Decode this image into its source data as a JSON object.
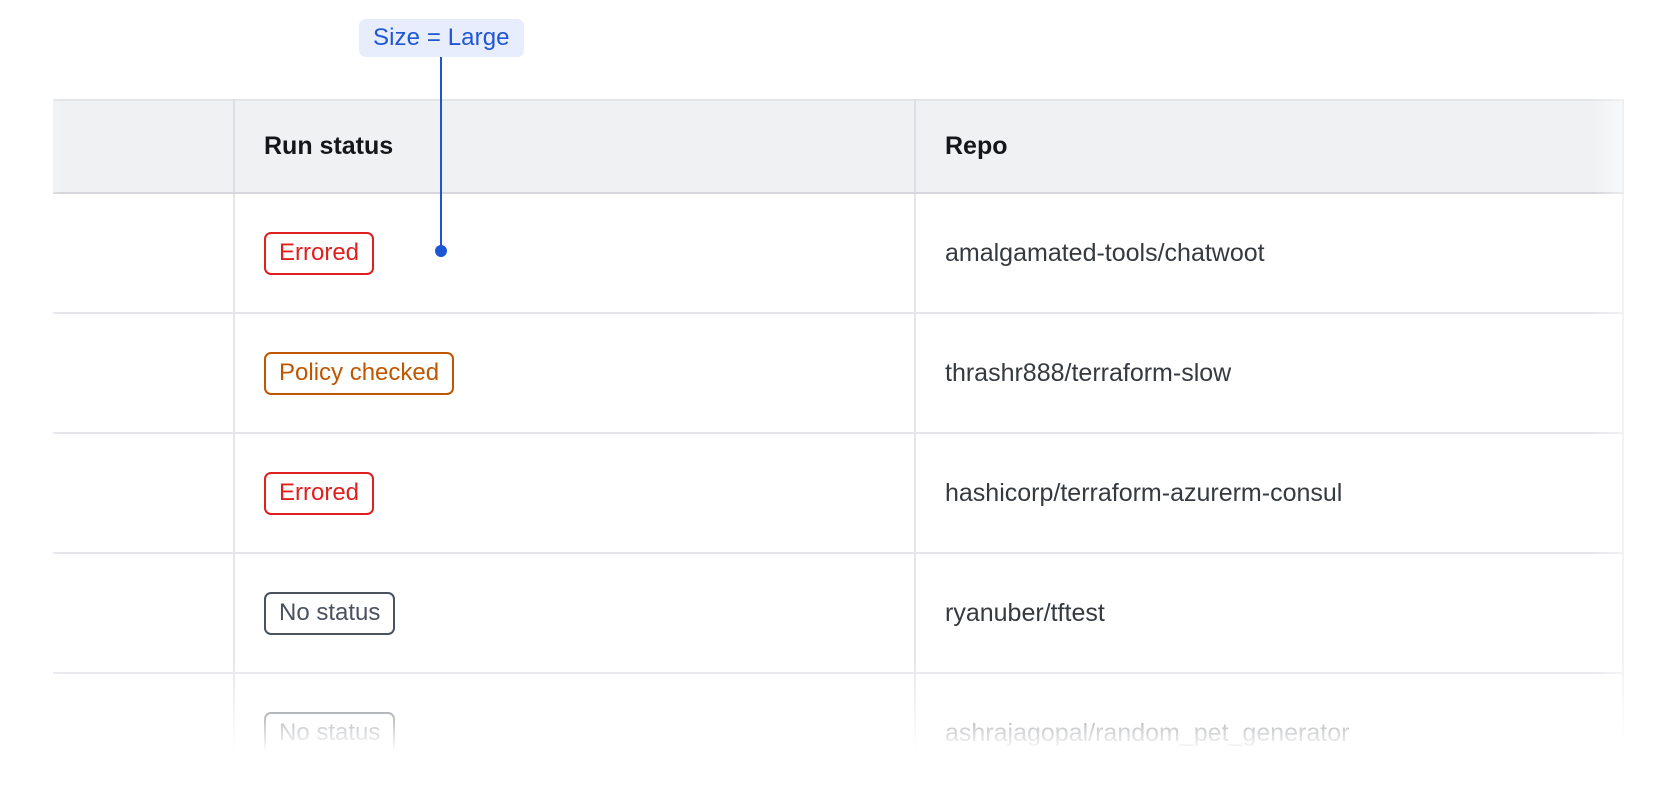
{
  "annotation": {
    "label": "Size = Large",
    "badge_bg": "#e7edfd",
    "badge_text_color": "#1f56d3",
    "line_color": "#1a56d6",
    "points_to": "run-status-cell-row-1"
  },
  "table": {
    "columns": [
      {
        "key": "select",
        "header": ""
      },
      {
        "key": "run_status",
        "header": "Run status"
      },
      {
        "key": "repo",
        "header": "Repo"
      }
    ],
    "rows": [
      {
        "run_status": "Errored",
        "status_variant": "errored",
        "status_color": "#e0201e",
        "repo": "amalgamated-tools/chatwoot"
      },
      {
        "run_status": "Policy checked",
        "status_variant": "policy-checked",
        "status_color": "#bf5700",
        "repo": "thrashr888/terraform-slow"
      },
      {
        "run_status": "Errored",
        "status_variant": "errored",
        "status_color": "#e0201e",
        "repo": "hashicorp/terraform-azurerm-consul"
      },
      {
        "run_status": "No status",
        "status_variant": "no-status",
        "status_color": "#4a5260",
        "repo": "ryanuber/tftest"
      },
      {
        "run_status": "No status",
        "status_variant": "no-status",
        "status_color": "#4a5260",
        "repo": "ashrajagopal/random_pet_generator"
      }
    ],
    "header_bg": "#f0f1f3",
    "border_color": "#e4e6ea",
    "row_text_color": "#343a40"
  }
}
